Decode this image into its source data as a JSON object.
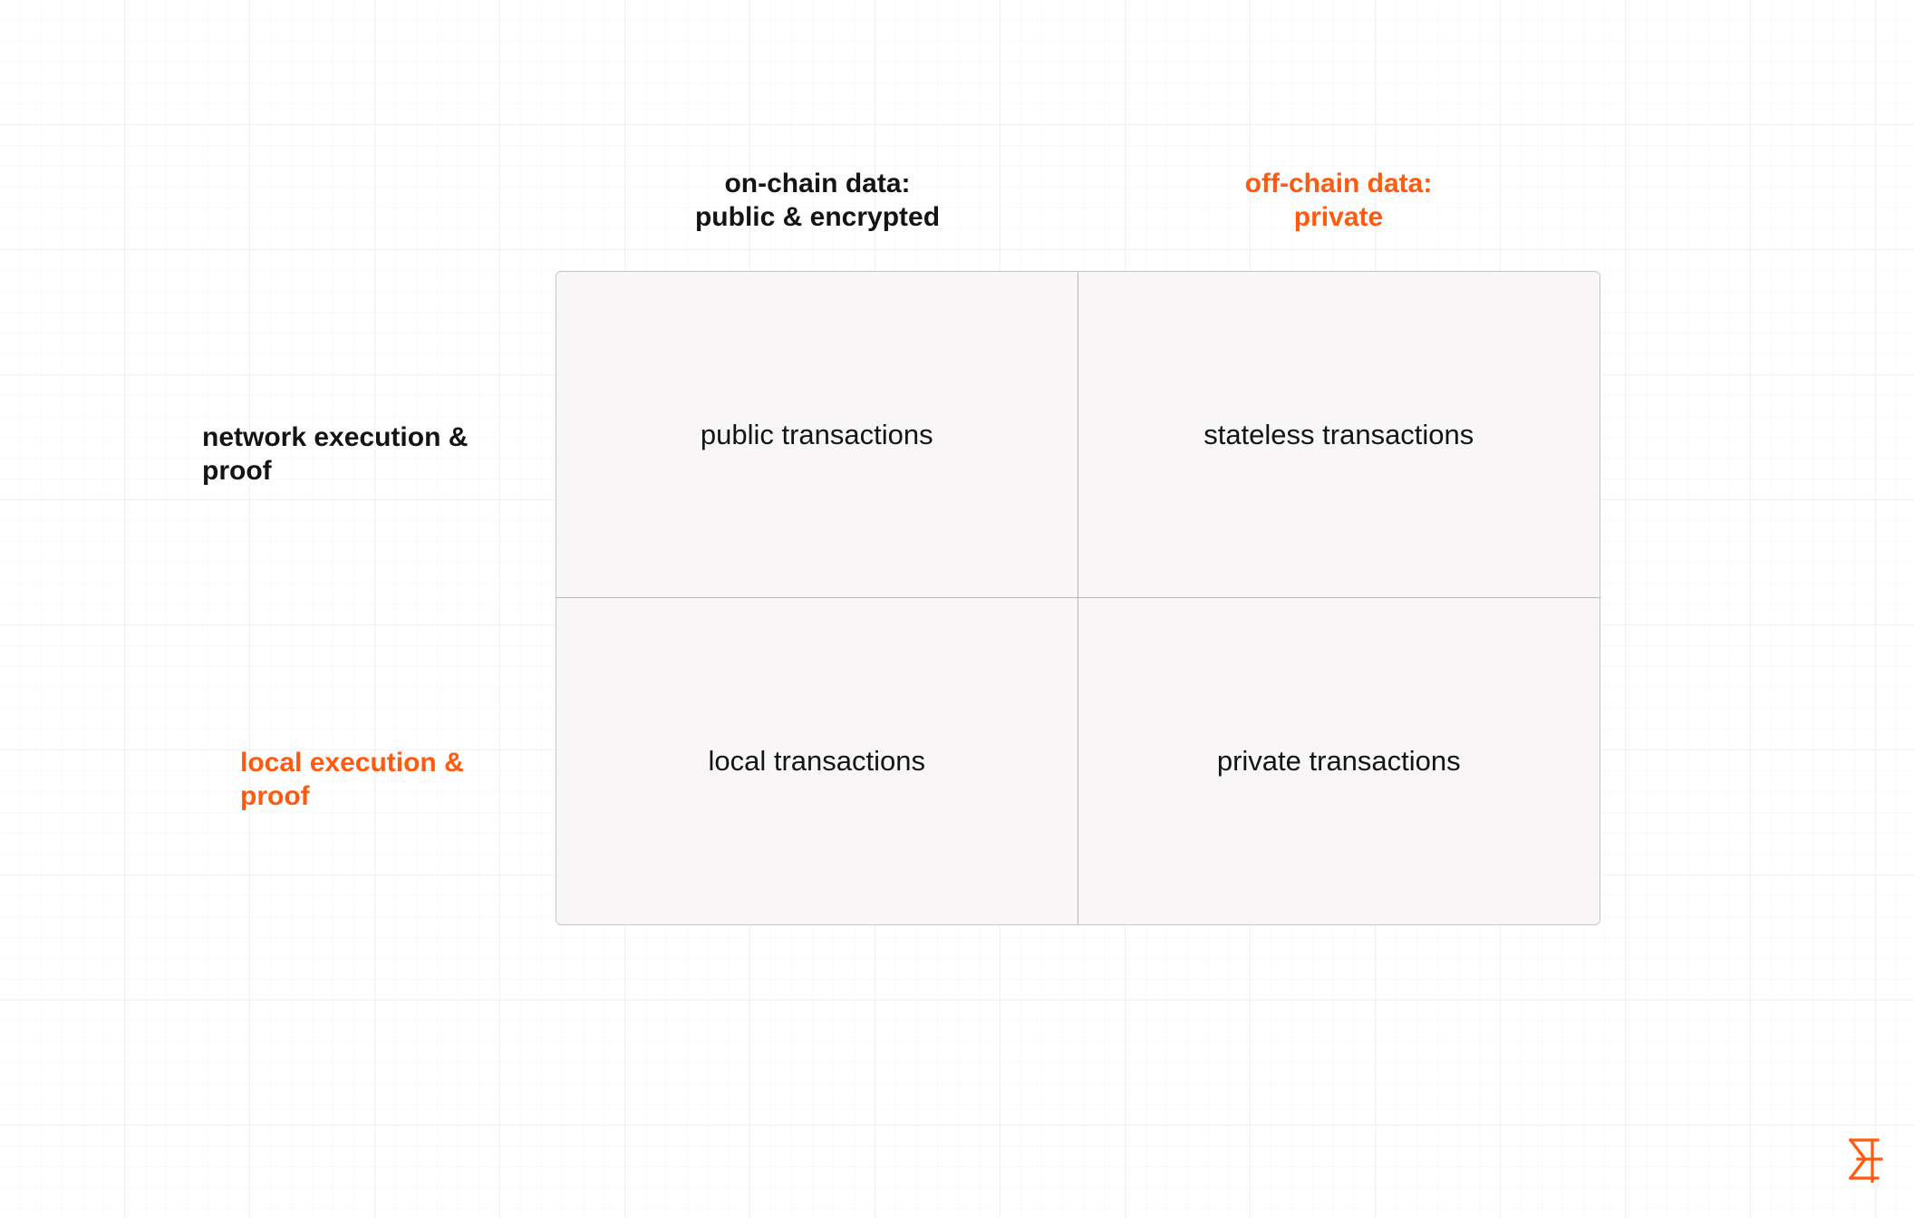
{
  "columns": [
    {
      "lines": [
        "on-chain data:",
        "public & encrypted"
      ],
      "color": "#141414"
    },
    {
      "lines": [
        "off-chain data:",
        "private"
      ],
      "color": "#ff5a10"
    }
  ],
  "rows": [
    {
      "lines": [
        "network execution &",
        "proof"
      ],
      "color": "#141414"
    },
    {
      "lines": [
        "local execution &",
        "proof"
      ],
      "color": "#ff5a10"
    }
  ],
  "cells": {
    "network_onchain": "public transactions",
    "network_offchain": "stateless transactions",
    "local_onchain": "local transactions",
    "local_offchain": "private transactions"
  },
  "colors": {
    "accent": "#ff5a10",
    "text": "#141414",
    "cell_background": "#f8f6f7",
    "border": "#c8c6c8"
  },
  "logo": {
    "icon": "sigma-logo-icon"
  }
}
